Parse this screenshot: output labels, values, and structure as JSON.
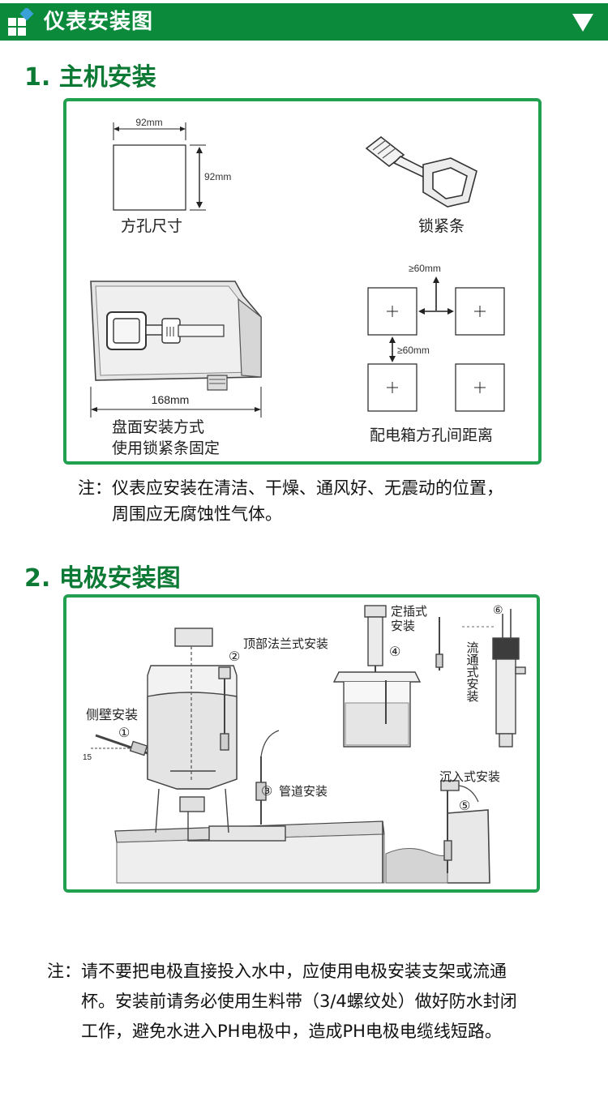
{
  "header": {
    "title": "仪表安装图",
    "colors": {
      "bar": "#0c8a3c",
      "logo_accent": "#3aa0d8"
    },
    "icons": [
      "grid-logo-icon",
      "triangle-down-icon"
    ]
  },
  "section1": {
    "title": "1. 主机安装",
    "diagram": {
      "width_label": "92mm",
      "height_label": "92mm",
      "hole_caption": "方孔尺寸",
      "strip_caption": "锁紧条",
      "clear_top": "≥60mm",
      "clear_mid": "≥60mm",
      "width_168": "168mm",
      "panel_caption_1": "盘面安装方式",
      "panel_caption_2": "使用锁紧条固定",
      "spacing_caption": "配电箱方孔间距离"
    },
    "note": {
      "line1": "注：仪表应安装在清洁、干燥、通风好、无震动的位置，",
      "line2": "周围应无腐蚀性气体。"
    }
  },
  "section2": {
    "title": "2. 电极安装图",
    "diagram": {
      "side_wall": "侧壁安装",
      "top_flange": "顶部法兰式安装",
      "pipe": "管道安装",
      "insert_1": "定插式",
      "insert_2": "安装",
      "flow": "流通式安装",
      "immersion": "沉入式安装",
      "n1": "①",
      "n2": "②",
      "n3": "③",
      "n4": "④",
      "n5": "⑤",
      "n6": "⑥",
      "angle": "15"
    },
    "note": {
      "line1": "注：请不要把电极直接投入水中，应使用电极安装支架或流通",
      "line2": "杯。安装前请务必使用生料带（3/4螺纹处）做好防水封闭",
      "line3": "工作，避免水进入PH电极中，造成PH电极电缆线短路。"
    }
  }
}
